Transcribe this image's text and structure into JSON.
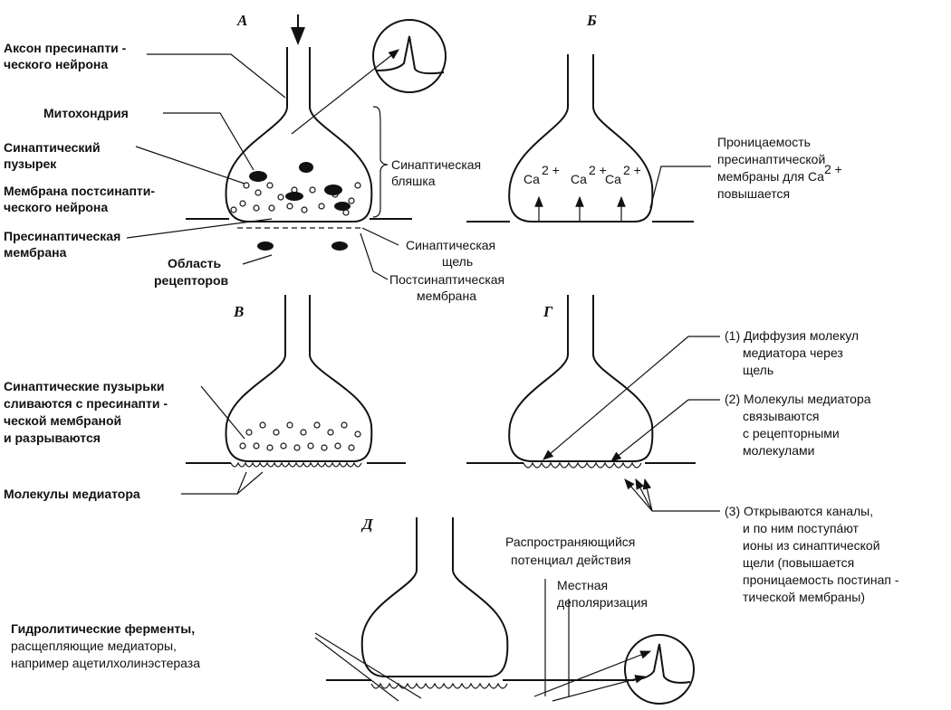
{
  "panels": {
    "a": "А",
    "b": "Б",
    "v": "В",
    "g": "Г",
    "d": "Д"
  },
  "a": {
    "axon_1": "Аксон пресинапти -",
    "axon_2": "ческого нейрона",
    "mito": "Митохондрия",
    "vesicle_1": "Синаптический",
    "vesicle_2": "пузырек",
    "postmem_1": "Мембрана постсинапти-",
    "postmem_2": "ческого нейрона",
    "premem_1": "Пресинаптическая",
    "premem_2": "мембрана",
    "receptor_1": "Область",
    "receptor_2": "рецепторов",
    "plaque_1": "Синаптическая",
    "plaque_2": "бляшка",
    "cleft_1": "Синаптическая",
    "cleft_2": "щель",
    "postsyn_1": "Постсинаптическая",
    "postsyn_2": "мембрана"
  },
  "b": {
    "ca1": "Ca",
    "ca2": "Ca",
    "ca3": "Ca",
    "ca_sup": "2 +",
    "perm_1": "Проницаемость",
    "perm_2": "пресинаптической",
    "perm_3": "мембраны для Ca",
    "perm_3_sup": "2 +",
    "perm_4": "повышается"
  },
  "v": {
    "fuse_1": "Синаптические пузырьки",
    "fuse_2": "сливаются с пресинапти -",
    "fuse_3": "ческой  мембраной",
    "fuse_4": "и разрываются",
    "mediator": "Молекулы медиатора"
  },
  "g": {
    "s1_1": "(1) Диффузия молекул",
    "s1_2": "медиатора через",
    "s1_3": "щель",
    "s2_1": "(2) Молекулы медиатора",
    "s2_2": "связываются",
    "s2_3": "с рецепторными",
    "s2_4": "молекулами",
    "s3_1": "(3) Открываются каналы,",
    "s3_2": "и по ним поступáют",
    "s3_3": "ионы из синаптической",
    "s3_4": "щели  (повышается",
    "s3_5": "проницаемость постинап -",
    "s3_6": "тической  мембраны)"
  },
  "d": {
    "enzyme_1": "Гидролитические  ферменты,",
    "enzyme_2": "расщепляющие медиаторы,",
    "enzyme_3": "например ацетилхолинэстераза",
    "ap_1": "Распространяющийся",
    "ap_2": "потенциал действия",
    "depol_1": "Местная",
    "depol_2": "деполяризация"
  }
}
